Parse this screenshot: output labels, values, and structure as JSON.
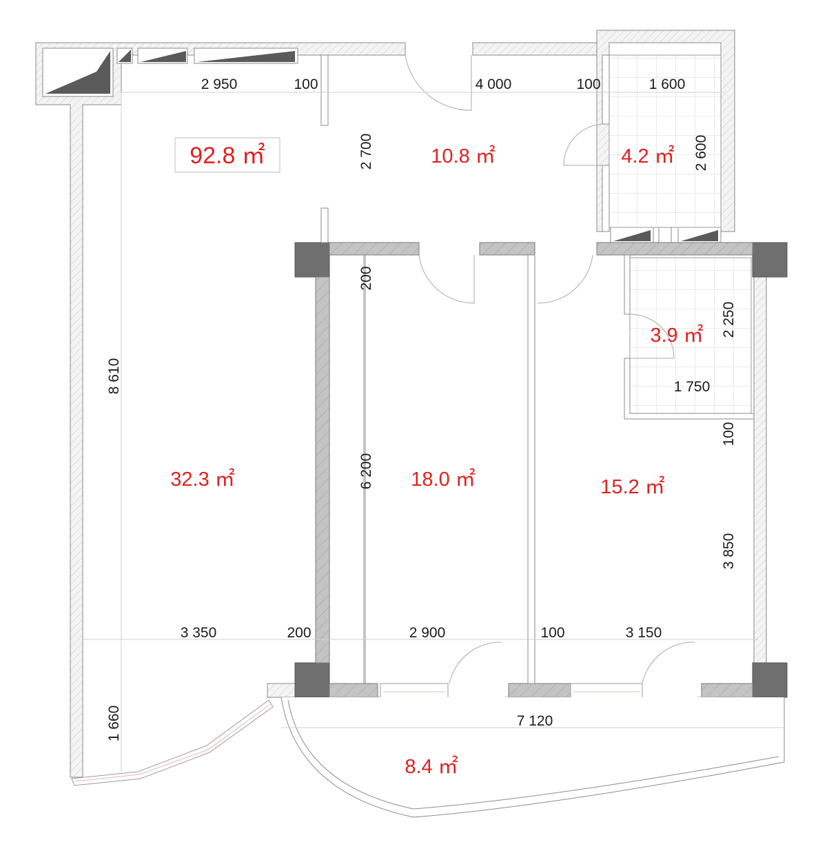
{
  "plan": {
    "total_area": "92.8 ㎡",
    "rooms": [
      {
        "id": "living",
        "area": "32.3 ㎡"
      },
      {
        "id": "hall",
        "area": "10.8 ㎡"
      },
      {
        "id": "bathroom",
        "area": "4.2 ㎡"
      },
      {
        "id": "bedroom1",
        "area": "18.0 ㎡"
      },
      {
        "id": "bedroom2",
        "area": "15.2 ㎡"
      },
      {
        "id": "wc",
        "area": "3.9 ㎡"
      },
      {
        "id": "balcony",
        "area": "8.4 ㎡"
      }
    ],
    "dimensions": {
      "top_2950": "2 950",
      "top_100a": "100",
      "top_4000": "4 000",
      "top_100b": "100",
      "top_1600": "1 600",
      "hall_2700": "2 700",
      "bath_2600": "2 600",
      "wall_200": "200",
      "wc_2250": "2 250",
      "wc_1750": "1 750",
      "left_8610": "8 610",
      "right_100": "100",
      "mid_6200": "6 200",
      "right_3850": "3 850",
      "bottom_3350": "3 350",
      "bottom_200": "200",
      "bottom_2900": "2 900",
      "bottom_100": "100",
      "bottom_3150": "3 150",
      "balcony_7120": "7 120",
      "balcony_1660": "1 660"
    }
  }
}
